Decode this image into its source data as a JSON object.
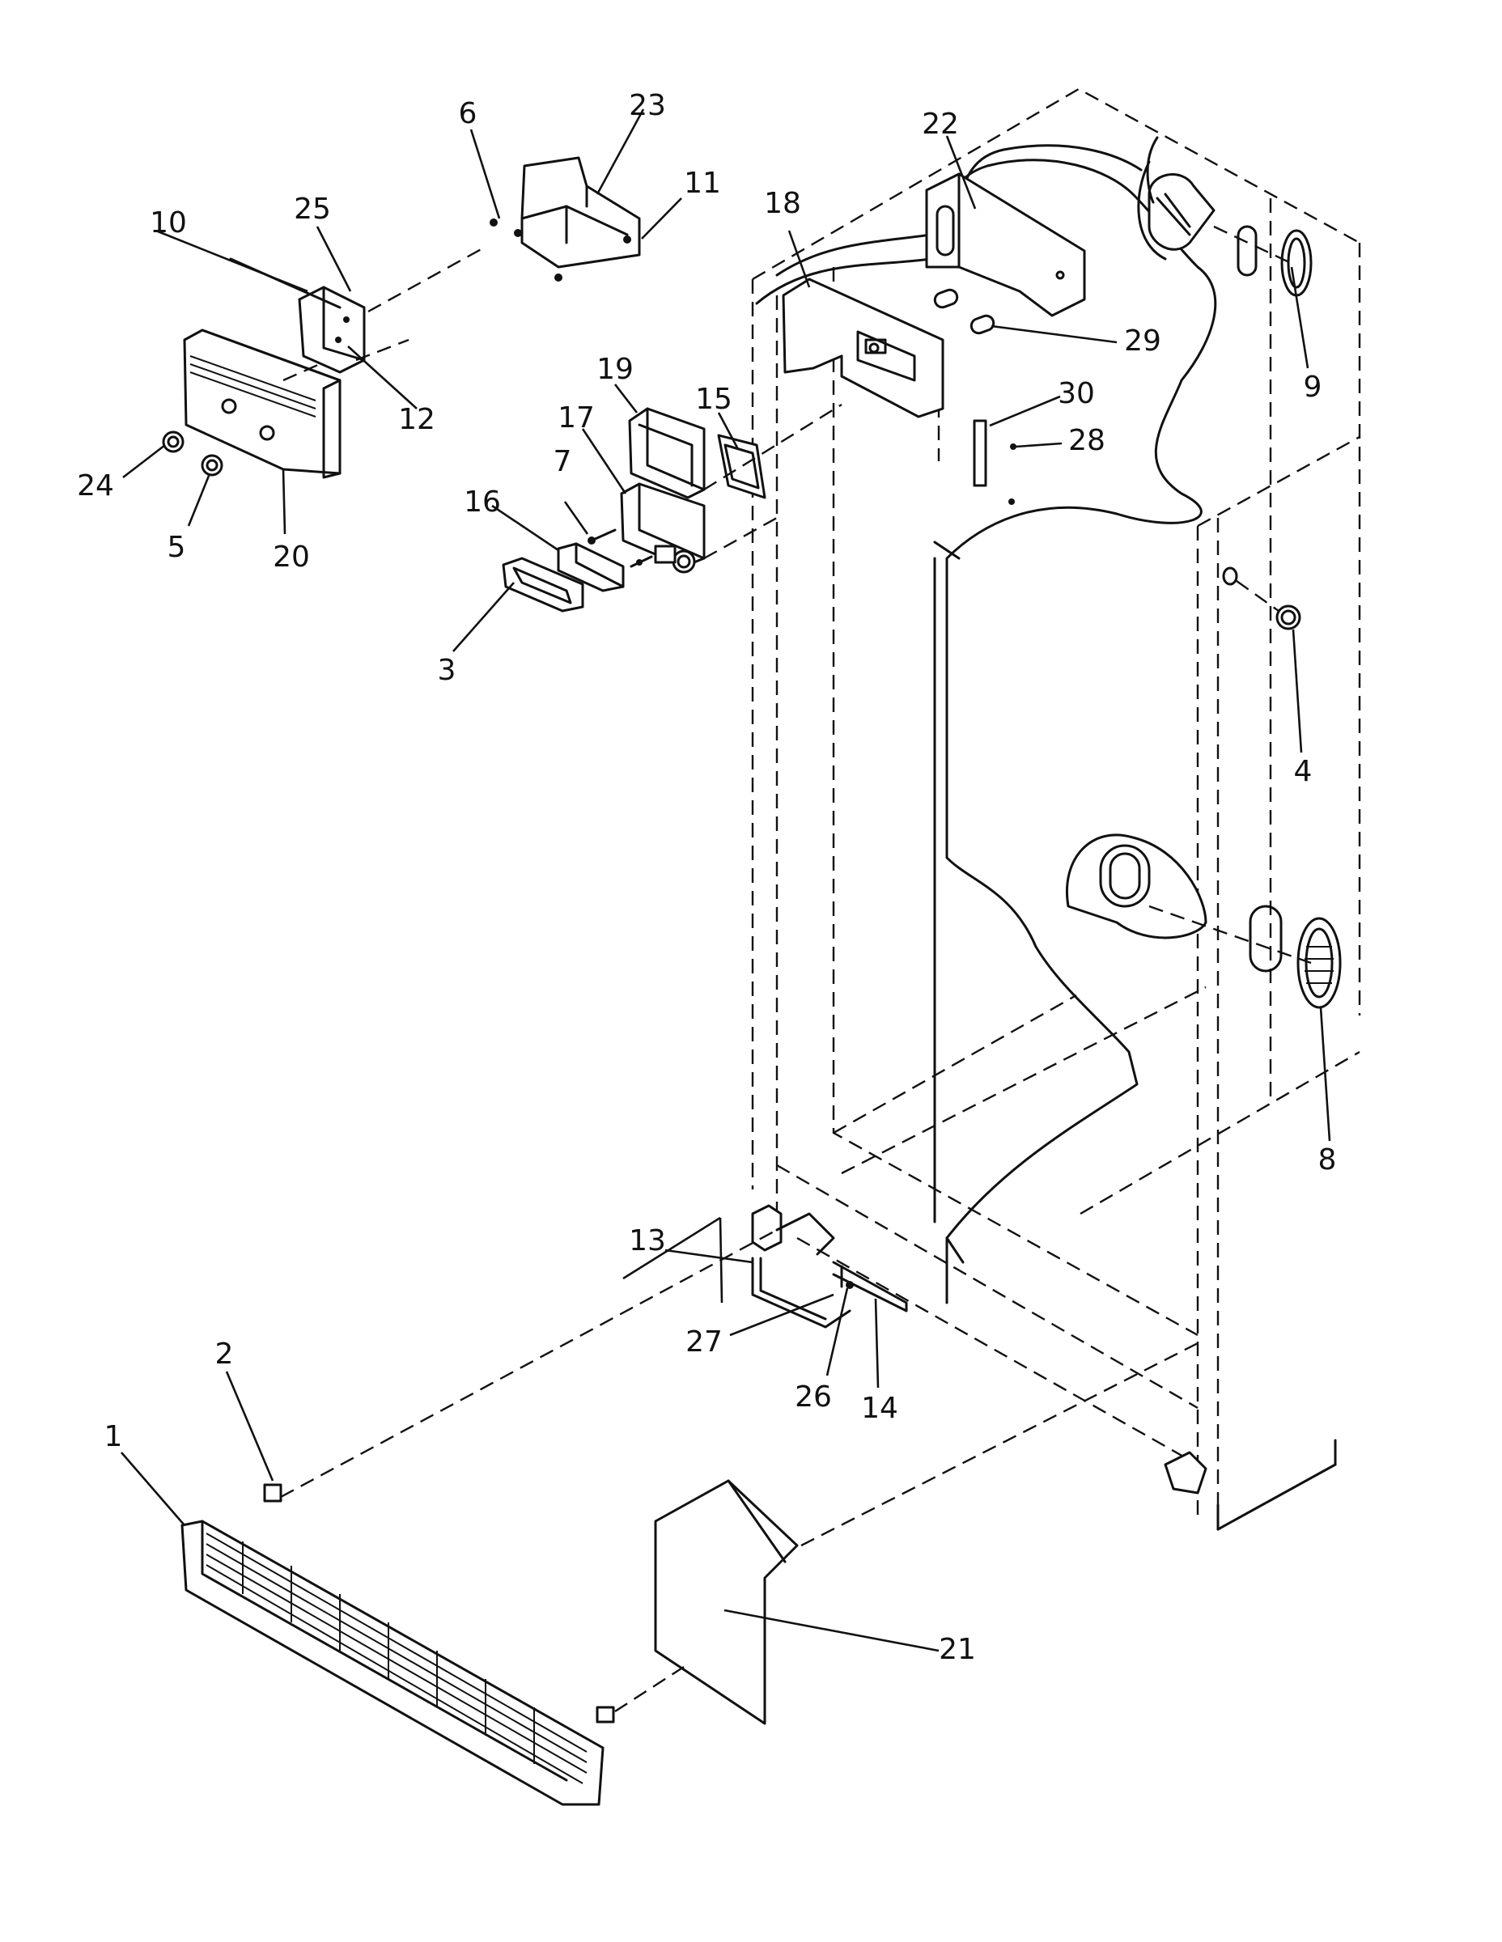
{
  "diagram": {
    "callouts": [
      {
        "label": "1"
      },
      {
        "label": "2"
      },
      {
        "label": "3"
      },
      {
        "label": "4"
      },
      {
        "label": "5"
      },
      {
        "label": "6"
      },
      {
        "label": "7"
      },
      {
        "label": "8"
      },
      {
        "label": "9"
      },
      {
        "label": "10"
      },
      {
        "label": "11"
      },
      {
        "label": "12"
      },
      {
        "label": "13"
      },
      {
        "label": "14"
      },
      {
        "label": "15"
      },
      {
        "label": "16"
      },
      {
        "label": "17"
      },
      {
        "label": "18"
      },
      {
        "label": "19"
      },
      {
        "label": "20"
      },
      {
        "label": "21"
      },
      {
        "label": "22"
      },
      {
        "label": "23"
      },
      {
        "label": "24"
      },
      {
        "label": "25"
      },
      {
        "label": "26"
      },
      {
        "label": "27"
      },
      {
        "label": "28"
      },
      {
        "label": "29"
      },
      {
        "label": "30"
      }
    ]
  },
  "colors": {
    "ink": "#111111",
    "paper": "#ffffff"
  }
}
